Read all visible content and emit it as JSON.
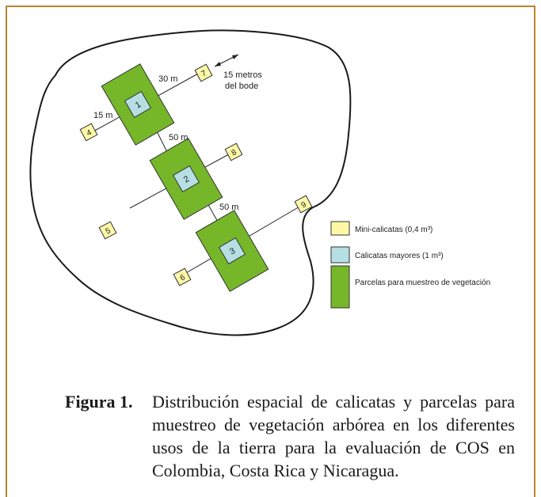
{
  "frame": {
    "border_color": "#b8862e"
  },
  "diagram": {
    "plots": [
      {
        "label": "1"
      },
      {
        "label": "2"
      },
      {
        "label": "3"
      }
    ],
    "mini_pits": [
      "4",
      "5",
      "6",
      "7",
      "8",
      "9"
    ],
    "distances": {
      "d_30m": "30 m",
      "d_15m": "15 m",
      "d_50m_a": "50 m",
      "d_50m_b": "50 m"
    },
    "edge_note_line1": "15 metros",
    "edge_note_line2": "del bode"
  },
  "legend": {
    "items": [
      {
        "label": "Mini-calicatas (0,4 m³)",
        "color": "#fcf8a6"
      },
      {
        "label": "Calicatas mayores (1 m³)",
        "color": "#b5dfe3"
      },
      {
        "label": "Parcelas para muestreo de vegetación",
        "color": "#76b72a"
      }
    ]
  },
  "caption": {
    "label": "Figura 1.",
    "text": "Distribución espacial de calicatas y parcelas para muestreo de vegetación arbórea en los diferentes usos de la tierra para la evaluación de COS en Colombia, Costa Rica y Nicaragua."
  }
}
